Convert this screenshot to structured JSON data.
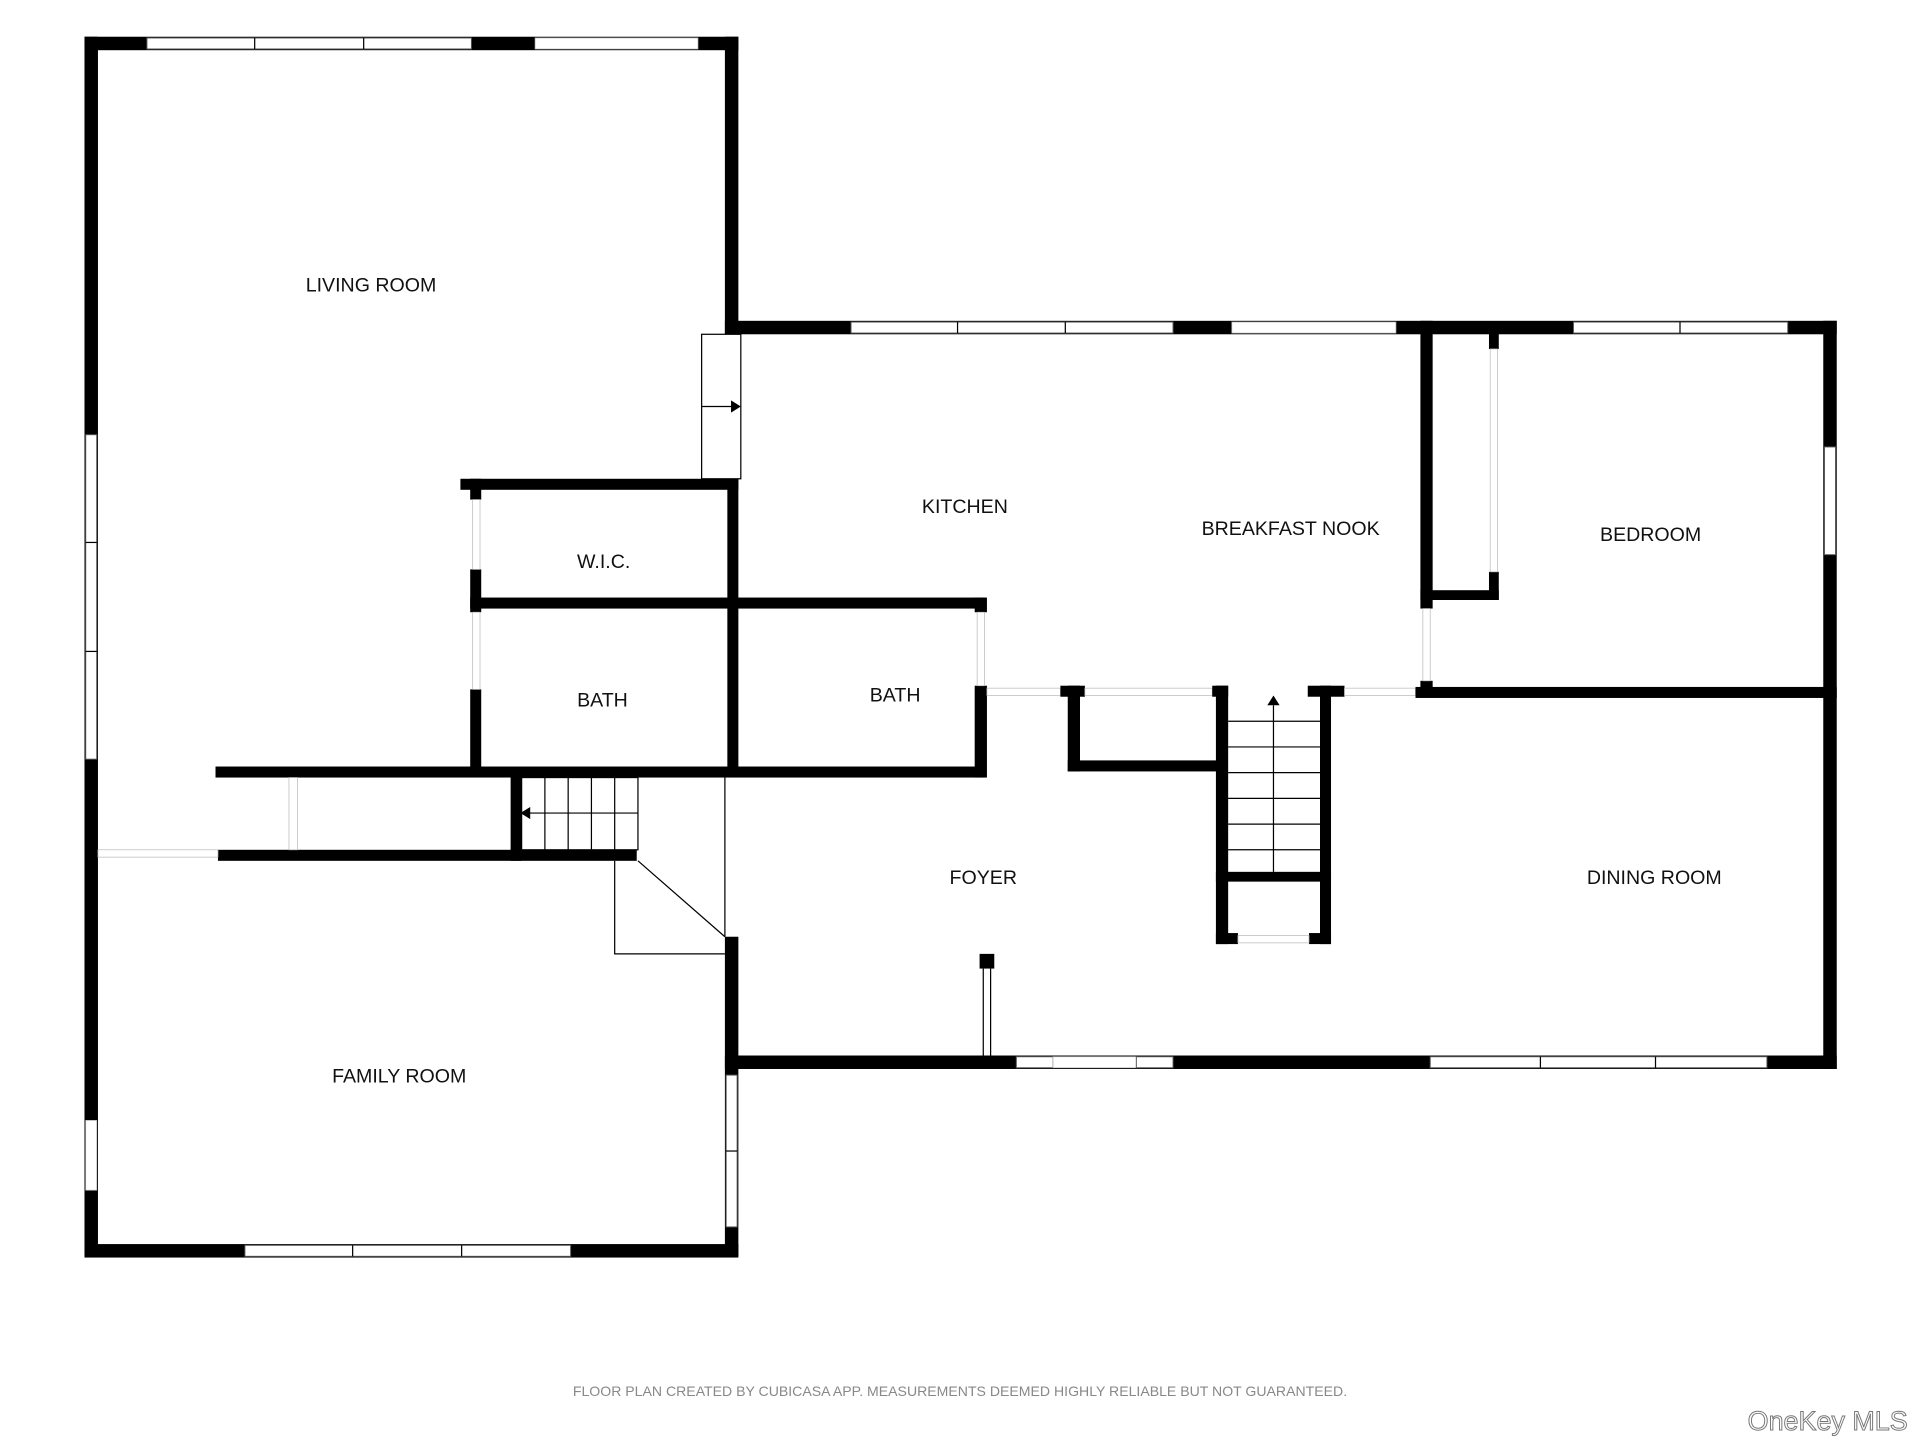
{
  "rooms": {
    "living_room": "LIVING ROOM",
    "kitchen": "KITCHEN",
    "breakfast_nook": "BREAKFAST NOOK",
    "bedroom": "BEDROOM",
    "wic": "W.I.C.",
    "bath_1": "BATH",
    "bath_2": "BATH",
    "foyer": "FOYER",
    "dining_room": "DINING ROOM",
    "family_room": "FAMILY ROOM"
  },
  "footer": {
    "disclaimer": "FLOOR PLAN CREATED BY CUBICASA APP. MEASUREMENTS DEEMED HIGHLY RELIABLE BUT NOT GUARANTEED.",
    "watermark": "OneKey MLS"
  }
}
